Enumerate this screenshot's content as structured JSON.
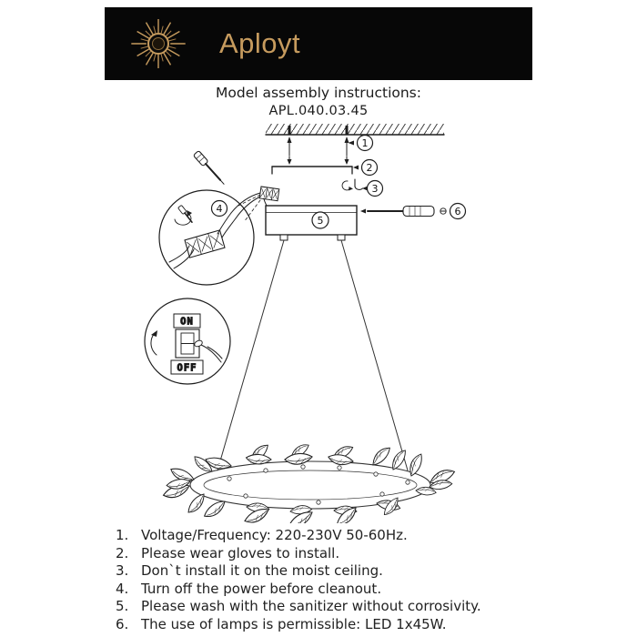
{
  "header": {
    "brand": "Aployt"
  },
  "title": "Model assembly instructions:",
  "model": "APL.040.03.45",
  "diagram": {
    "callouts": {
      "c1": "1",
      "c2": "2",
      "c3": "3",
      "c4": "4",
      "c5": "5",
      "c6": "6"
    },
    "switch_on": "ON",
    "switch_off": "OFF"
  },
  "instructions": [
    {
      "num": "1.",
      "text": "Voltage/Frequency: 220-230V 50-60Hz."
    },
    {
      "num": "2.",
      "text": "Please wear gloves to install."
    },
    {
      "num": "3.",
      "text": "Don`t install it on the moist ceiling."
    },
    {
      "num": "4.",
      "text": "Turn off the power before cleanout."
    },
    {
      "num": "5.",
      "text": "Please wash with the sanitizer without corrosivity."
    },
    {
      "num": "6.",
      "text": "The use of lamps is permissible: LED 1x45W."
    }
  ],
  "colors": {
    "brand_gold": "#c69b5e",
    "header_bg": "#070707",
    "ink": "#1e1e1e"
  }
}
